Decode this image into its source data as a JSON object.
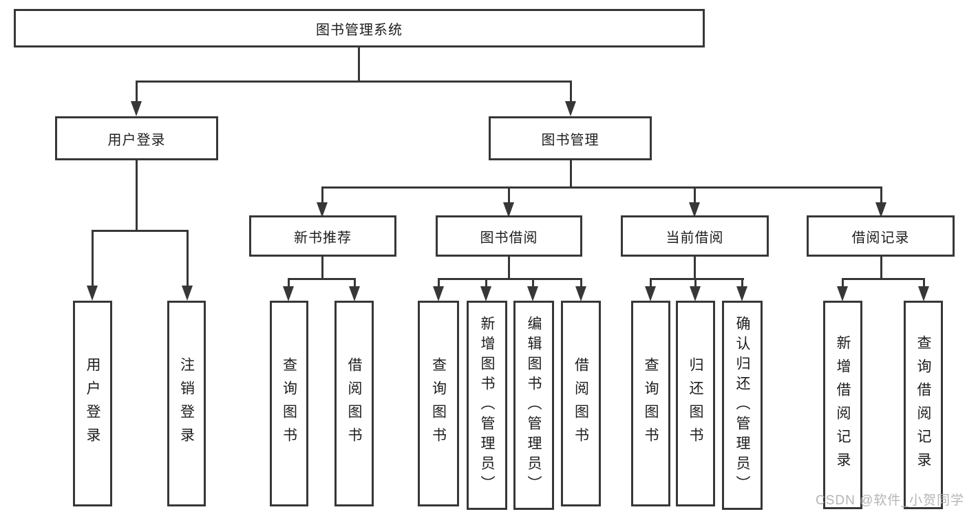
{
  "diagram": {
    "root": {
      "label": "图书管理系统"
    },
    "branches": {
      "user_login": {
        "label": "用户登录"
      },
      "book_mgmt": {
        "label": "图书管理"
      }
    },
    "modules": {
      "new_book": {
        "label": "新书推荐"
      },
      "borrow": {
        "label": "图书借阅"
      },
      "current": {
        "label": "当前借阅"
      },
      "record": {
        "label": "借阅记录"
      }
    },
    "leaves": {
      "login": {
        "label": "用户登录"
      },
      "logout": {
        "label": "注销登录"
      },
      "new_book_query": {
        "label": "查询图书"
      },
      "new_book_borrow": {
        "label": "借阅图书"
      },
      "borrow_query": {
        "label": "查询图书"
      },
      "borrow_add": {
        "label": "新增图书（管理员）"
      },
      "borrow_edit": {
        "label": "编辑图书（管理员）"
      },
      "borrow_borrow": {
        "label": "借阅图书"
      },
      "current_query": {
        "label": "查询图书"
      },
      "current_return": {
        "label": "归还图书"
      },
      "current_confirm": {
        "label": "确认归还（管理员）"
      },
      "record_add": {
        "label": "新增借阅记录"
      },
      "record_query": {
        "label": "查询借阅记录"
      }
    },
    "watermark": "CSDN @软件_小贺同学",
    "colors": {
      "line": "#373737",
      "text": "#1d1d1d",
      "background": "#ffffff",
      "watermark": "#adadad"
    }
  }
}
